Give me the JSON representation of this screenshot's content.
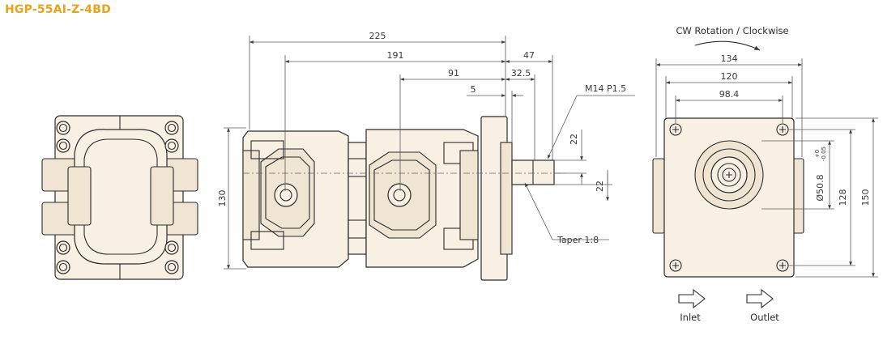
{
  "title": "HGP-55AI-Z-4BD",
  "dims": {
    "d225": "225",
    "d191": "191",
    "d91": "91",
    "d47": "47",
    "d32_5": "32.5",
    "d5": "5",
    "d130": "130",
    "d22a": "22",
    "d22b": "22",
    "thread": "M14  P1.5",
    "taper": "Taper 1:8",
    "d134": "134",
    "d120": "120",
    "d98_4": "98.4",
    "d50_8": "Ø50.8",
    "tol_upper": "+0",
    "tol_lower": "-0.05",
    "d128": "128",
    "d150": "150"
  },
  "labels": {
    "rotation": "CW Rotation / Clockwise",
    "inlet": "Inlet",
    "outlet": "Outlet"
  }
}
